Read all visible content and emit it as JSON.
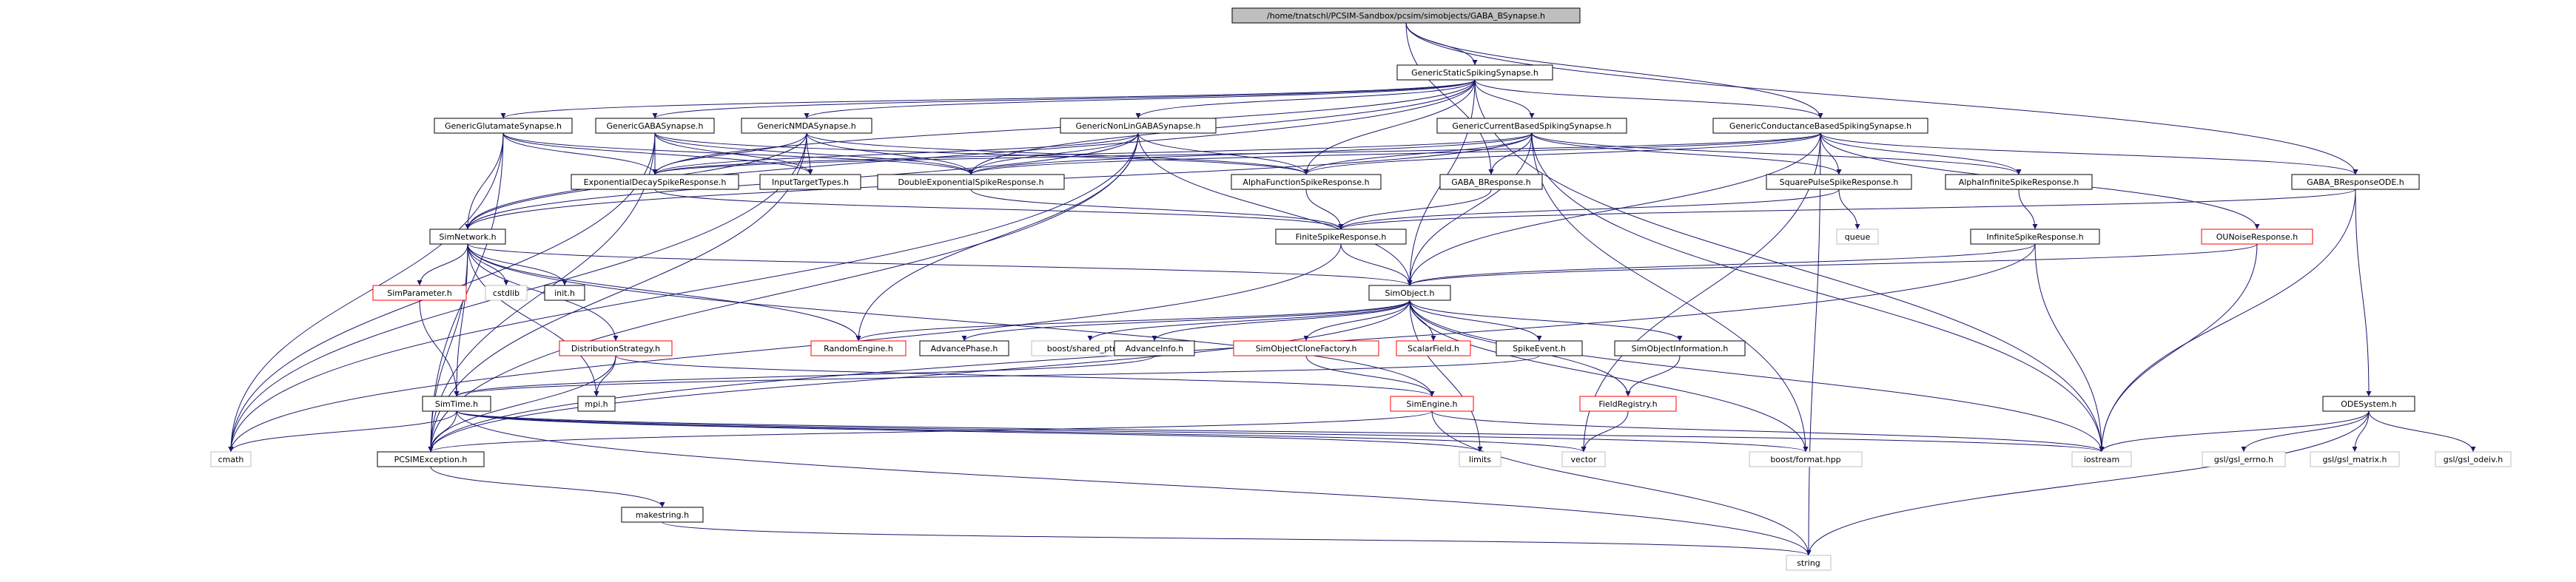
{
  "title": "/home/tnatschl/PCSIM-Sandbox/pcsim/simobjects/GABA_BSynapse.h",
  "colors": {
    "edge": "#191970",
    "box_border_black": "#000000",
    "box_border_red": "#ff0000",
    "box_border_gray": "#bfbfbf",
    "root_fill": "#bfbfbf",
    "text": "#000000"
  },
  "nodes": {
    "root": "/home/tnatschl/PCSIM-Sandbox/pcsim/simobjects/GABA_BSynapse.h",
    "gss": "GenericStaticSpikingSynapse.h",
    "glu": "GenericGlutamateSynapse.h",
    "gaba": "GenericGABASynapse.h",
    "nmda": "GenericNMDASynapse.h",
    "nonlin": "GenericNonLinGABASynapse.h",
    "gcb": "GenericCurrentBasedSpikingSynapse.h",
    "gcond": "GenericConductanceBasedSpikingSynapse.h",
    "expdecay": "ExponentialDecaySpikeResponse.h",
    "inputtarget": "InputTargetTypes.h",
    "doubleexp": "DoubleExponentialSpikeResponse.h",
    "alphafunc": "AlphaFunctionSpikeResponse.h",
    "gababresp": "GABA_BResponse.h",
    "squarepulse": "SquarePulseSpikeResponse.h",
    "alphainf": "AlphaInfiniteSpikeResponse.h",
    "gababode": "GABA_BResponseODE.h",
    "simnetwork": "SimNetwork.h",
    "finite": "FiniteSpikeResponse.h",
    "queue": "queue",
    "infinite": "InfiniteSpikeResponse.h",
    "ounoise": "OUNoiseResponse.h",
    "simparam": "SimParameter.h",
    "cstdlib": "cstdlib",
    "inth": "init.h",
    "simobject": "SimObject.h",
    "diststrat": "DistributionStrategy.h",
    "randeng": "RandomEngine.h",
    "advphase": "AdvancePhase.h",
    "sharedptr": "boost/shared_ptr.hpp",
    "advinfo": "AdvanceInfo.h",
    "clonefac": "SimObjectCloneFactory.h",
    "scalarfield": "ScalarField.h",
    "spikeevent": "SpikeEvent.h",
    "soinfo": "SimObjectInformation.h",
    "mpi": "mpi.h",
    "simtime": "SimTime.h",
    "simengine": "SimEngine.h",
    "fieldreg": "FieldRegistry.h",
    "odesys": "ODESystem.h",
    "cmath": "cmath",
    "pcsimexc": "PCSIMException.h",
    "limits": "limits",
    "vector": "vector",
    "boostformat": "boost/format.hpp",
    "iostream": "iostream",
    "gslerrno": "gsl/gsl_errno.h",
    "gslmatrix": "gsl/gsl_matrix.h",
    "gslodeiv": "gsl/gsl_odeiv.h",
    "makestring": "makestring.h",
    "string": "string"
  }
}
